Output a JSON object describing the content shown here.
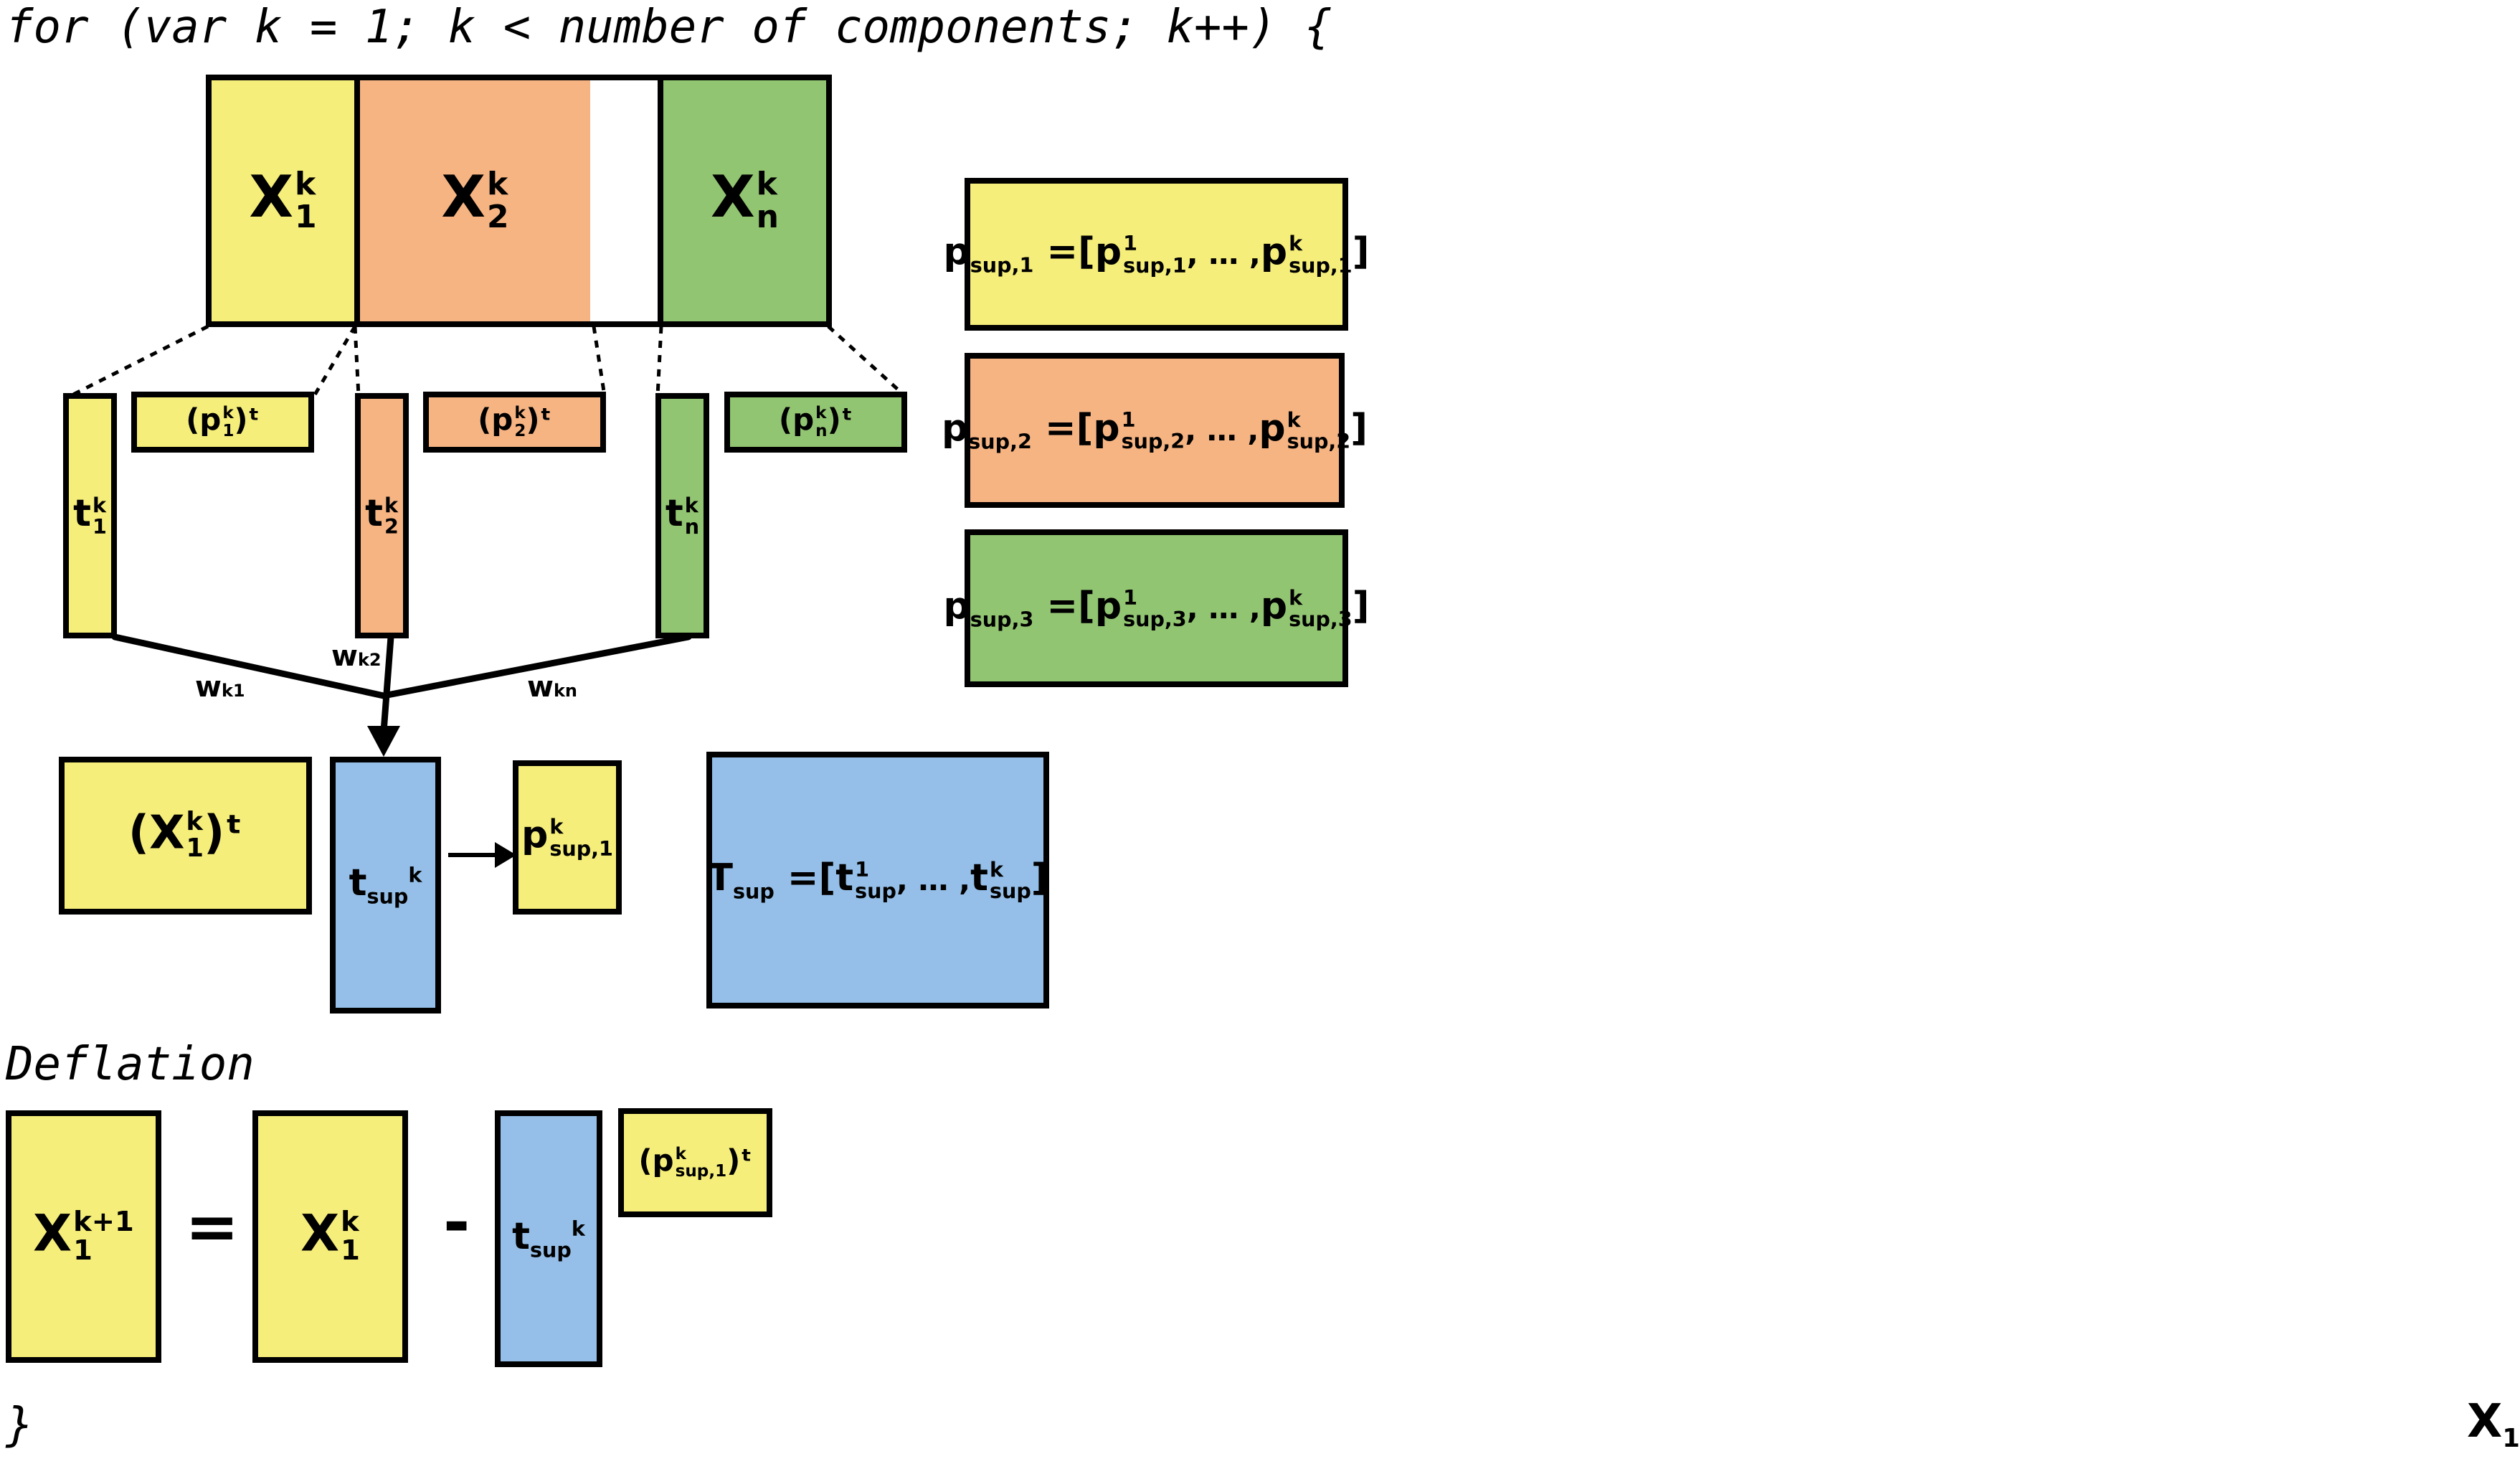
{
  "code": {
    "for_line": "for (var k = 1; k < number of components; k++) {",
    "deflation": "Deflation",
    "close_brace": "}"
  },
  "colors": {
    "yellow": "#f6ee7a",
    "orange": "#f6b483",
    "green": "#92c572",
    "blue": "#95bfe8"
  },
  "blocks": {
    "x1": {
      "base": "X",
      "sup": "k",
      "sub": "1"
    },
    "x2": {
      "base": "X",
      "sup": "k",
      "sub": "2"
    },
    "xn": {
      "base": "X",
      "sup": "k",
      "sub": "n"
    }
  },
  "scores": {
    "t1": {
      "base": "t",
      "sup": "k",
      "sub": "1"
    },
    "t2": {
      "base": "t",
      "sup": "k",
      "sub": "2"
    },
    "tn": {
      "base": "t",
      "sup": "k",
      "sub": "n"
    }
  },
  "loadings": {
    "p1": {
      "open": "(p",
      "sup": "k",
      "sub": "1",
      "close": ")ᵗ"
    },
    "p2": {
      "open": "(p",
      "sup": "k",
      "sub": "2",
      "close": ")ᵗ"
    },
    "pn": {
      "open": "(p",
      "sup": "k",
      "sub": "n",
      "close": ")ᵗ"
    }
  },
  "weights": {
    "w1": {
      "base": "w",
      "sup": "k",
      "sub": "1"
    },
    "w2": {
      "base": "w",
      "sup": "k",
      "sub": "2"
    },
    "wn": {
      "base": "w",
      "sup": "k",
      "sub": "n"
    }
  },
  "psup": [
    {
      "lhs": "p",
      "lhs_sub": "sup,1",
      "eq": "=[",
      "a": "p",
      "a_sup": "1",
      "a_sub": "sup,1",
      "dots": ", … ,",
      "b": "p",
      "b_sup": "k",
      "b_sub": "sup,1",
      "close": "]"
    },
    {
      "lhs": "p",
      "lhs_sub": "sup,2",
      "eq": "=[",
      "a": "p",
      "a_sup": "1",
      "a_sub": "sup,2",
      "dots": ", … ,",
      "b": "p",
      "b_sup": "k",
      "b_sub": "sup,2",
      "close": "]"
    },
    {
      "lhs": "p",
      "lhs_sub": "sup,3",
      "eq": "=[",
      "a": "p",
      "a_sup": "1",
      "a_sub": "sup,3",
      "dots": ", … ,",
      "b": "p",
      "b_sup": "k",
      "b_sub": "sup,3",
      "close": "]"
    }
  ],
  "middle": {
    "x1t": {
      "open": "(X",
      "sup": "k",
      "sub": "1",
      "close": ")ᵗ"
    },
    "tsup": {
      "base": "t",
      "sub": "sup",
      "sup": "k"
    },
    "psup1": {
      "base": "p",
      "sup": "k",
      "sub": "sup,1"
    },
    "arrow": "→"
  },
  "tsup_box": {
    "lhs": "T",
    "lhs_sub": "sup",
    "eq": "=[",
    "a": "t",
    "a_sup": "1",
    "a_sub": "sup",
    "dots": ", … ,",
    "b": "t",
    "b_sup": "k",
    "b_sub": "sup",
    "close": "]"
  },
  "deflation": {
    "lhs": {
      "base": "X",
      "sup": "k+1",
      "sub": "1"
    },
    "equals": "=",
    "rhs": {
      "base": "X",
      "sup": "k",
      "sub": "1"
    },
    "minus": "-",
    "tsup": {
      "base": "t",
      "sub": "sup",
      "sup": "k"
    },
    "pt": {
      "open": "(p",
      "sup": "k",
      "sub": "sup,1",
      "close": ")ᵗ"
    }
  },
  "corner_label": {
    "base": "X",
    "sub": "1"
  }
}
